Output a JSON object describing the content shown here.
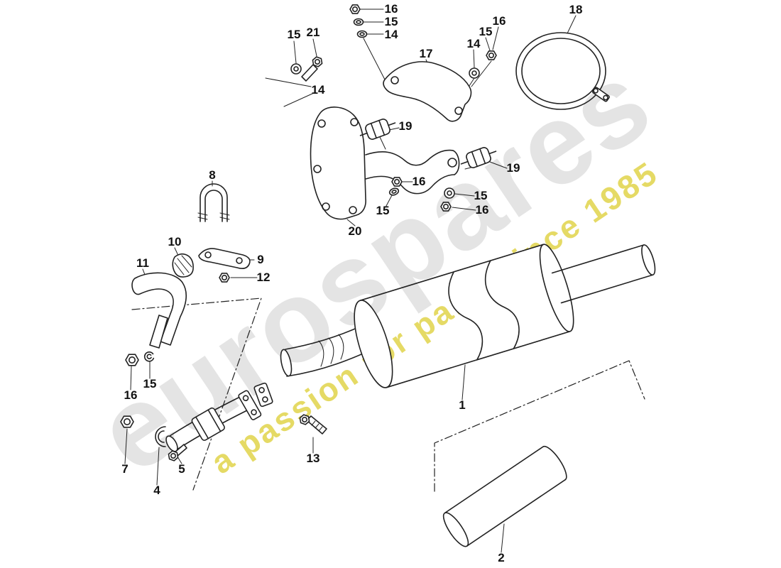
{
  "page": {
    "background": "#ffffff"
  },
  "watermark": {
    "brand": "eurospares",
    "tagline": "a passion for parts since 1985",
    "brand_color": "#e4e4e4",
    "tagline_color": "#e0d44a"
  },
  "diagram": {
    "type": "exploded-parts-diagram",
    "subject": "exhaust silencer and tail pipe with mounting hardware",
    "line_color": "#222222",
    "part_labels": [
      "16",
      "15",
      "14",
      "15",
      "21",
      "14",
      "17",
      "14",
      "15",
      "16",
      "18",
      "19",
      "19",
      "16",
      "15",
      "15",
      "16",
      "20",
      "8",
      "10",
      "9",
      "12",
      "11",
      "15",
      "16",
      "7",
      "4",
      "5",
      "13",
      "1",
      "2"
    ]
  }
}
